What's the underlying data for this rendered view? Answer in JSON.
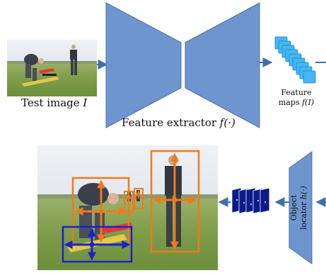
{
  "labels": {
    "test_image_text": "Test image ",
    "test_image_var": "I",
    "feature_extractor_text": "Feature extractor ",
    "feature_extractor_fn": "f(·)",
    "feature_maps_line1": "Feature",
    "feature_maps_line2": "maps ",
    "feature_maps_fn": "f(I)",
    "object_locator_line1": "Object",
    "object_locator_line2": "locator ",
    "object_locator_fn": "h(·)"
  },
  "colors": {
    "extractor_fill": "#6f95cf",
    "extractor_stroke": "#4a6fa8",
    "arrow": "#3f6fa8",
    "feature_map_fill": "#43b8f3",
    "feature_map_stroke": "#1f7fc7",
    "locator_map_fill": "#0c1a8a",
    "box_orange": "#f07a1a",
    "box_blue": "#1a22c8",
    "sky": "#dfe6ee",
    "grass": "#7fa04e"
  }
}
